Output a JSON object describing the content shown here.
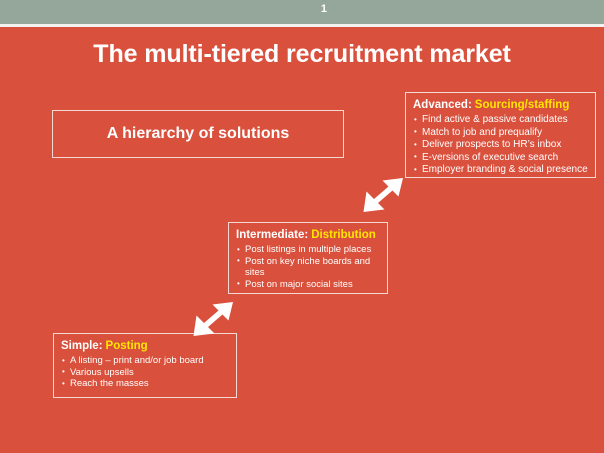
{
  "header": {
    "page_number": "1",
    "bar_color": "#95a79b"
  },
  "slide": {
    "background_color": "#d9503c",
    "title": "The multi-tiered recruitment market",
    "headline_box_label": "A hierarchy of solutions",
    "accent_color": "#ffe600",
    "text_color": "#ffffff"
  },
  "tiers": [
    {
      "name": "Advanced:",
      "kind": "Sourcing/staffing",
      "bullets": [
        "Find active & passive candidates",
        "Match to job and prequalify",
        "Deliver prospects to HR’s inbox",
        "E-versions of executive search",
        "Employer branding & social presence"
      ]
    },
    {
      "name": "Intermediate:",
      "kind": "Distribution",
      "bullets": [
        "Post listings in multiple places",
        "Post on key niche boards and sites",
        "Post on major social sites"
      ]
    },
    {
      "name": "Simple:",
      "kind": "Posting",
      "bullets": [
        "A listing – print and/or job board",
        "Various upsells",
        "Reach the masses"
      ]
    }
  ],
  "arrows": [
    {
      "label": "arrow-simple-to-intermediate",
      "direction": "up-right"
    },
    {
      "label": "arrow-intermediate-to-advanced",
      "direction": "up-right"
    }
  ]
}
